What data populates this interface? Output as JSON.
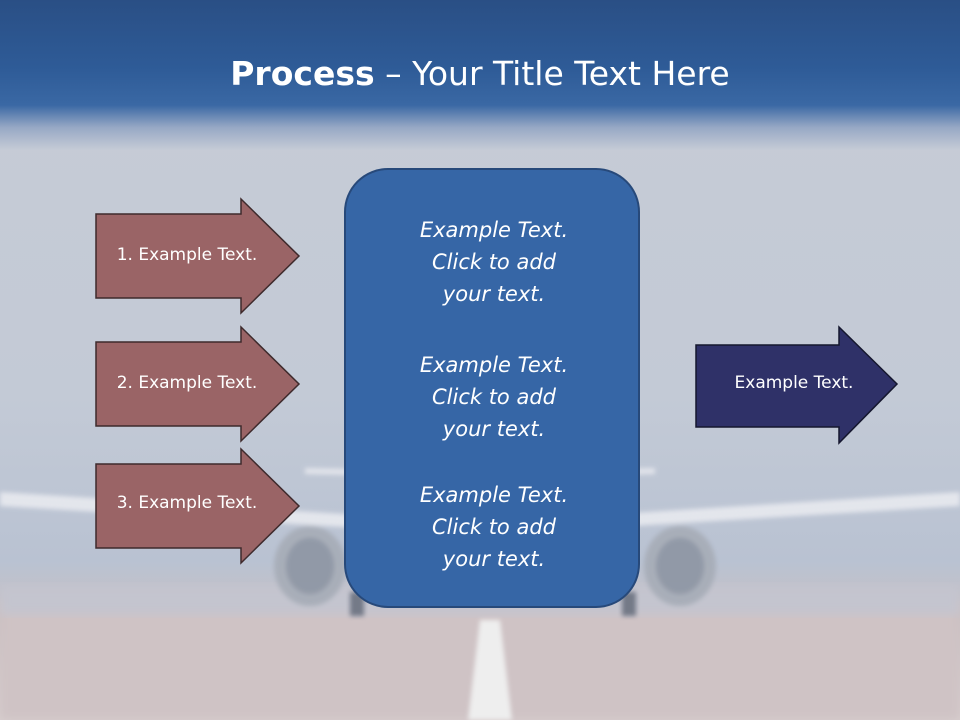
{
  "slide": {
    "title_bold": "Process",
    "title_dash": " – ",
    "title_rest": "Your Title Text Here",
    "left_arrows": [
      {
        "label": "1. Example Text."
      },
      {
        "label": "2. Example Text."
      },
      {
        "label": "3. Example Text."
      }
    ],
    "center_blocks": [
      {
        "line1": "Example Text.",
        "line2": "Click  to add",
        "line3": "your text."
      },
      {
        "line1": "Example Text.",
        "line2": "Click  to add",
        "line3": "your text."
      },
      {
        "line1": "Example Text.",
        "line2": "Click  to add",
        "line3": "your text."
      }
    ],
    "right_arrow": {
      "label": "Example Text."
    }
  },
  "colors": {
    "title_bar": "#2e5b97",
    "left_arrow_fill": "#9a6466",
    "center_box_fill": "#3666a6",
    "right_arrow_fill": "#2f3168"
  }
}
